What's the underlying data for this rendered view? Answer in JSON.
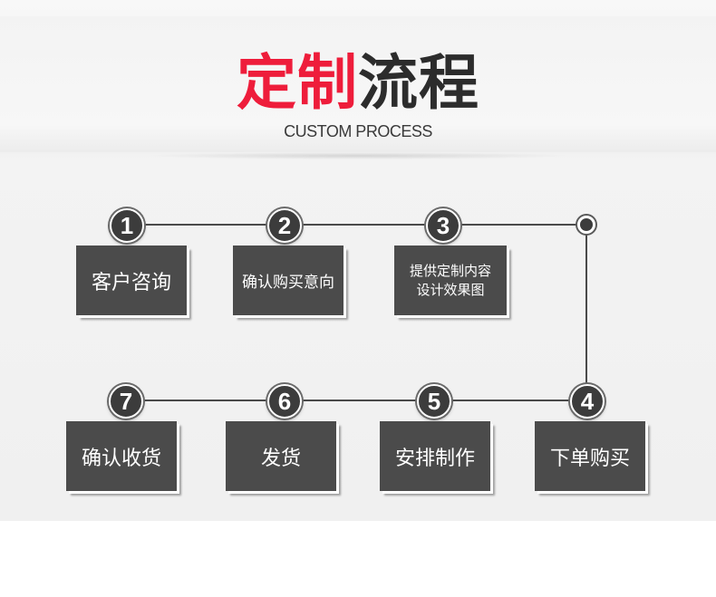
{
  "header": {
    "title_highlight": "定制",
    "title_rest": "流程",
    "subtitle": "CUSTOM PROCESS"
  },
  "steps": [
    {
      "number": "1",
      "label": "客户咨询"
    },
    {
      "number": "2",
      "label": "确认购买意向"
    },
    {
      "number": "3",
      "label_line1": "提供定制内容",
      "label_line2": "设计效果图"
    },
    {
      "number": "4",
      "label": "下单购买"
    },
    {
      "number": "5",
      "label": "安排制作"
    },
    {
      "number": "6",
      "label": "发货"
    },
    {
      "number": "7",
      "label": "确认收货"
    }
  ],
  "colors": {
    "accent": "#ee1d3b",
    "box": "#4b4b4b",
    "line": "#4a4a4a"
  }
}
